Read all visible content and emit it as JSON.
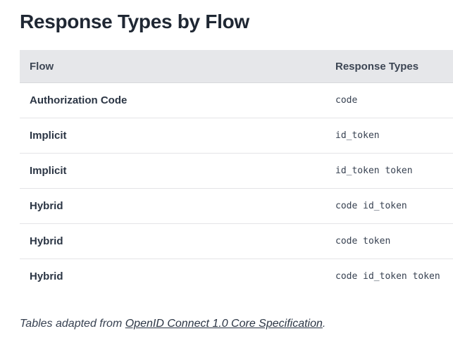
{
  "page": {
    "title": "Response Types by Flow"
  },
  "table": {
    "columns": [
      {
        "label": "Flow"
      },
      {
        "label": "Response Types"
      }
    ],
    "rows": [
      {
        "flow": "Authorization Code",
        "response_types": "code"
      },
      {
        "flow": "Implicit",
        "response_types": "id_token"
      },
      {
        "flow": "Implicit",
        "response_types": "id_token token"
      },
      {
        "flow": "Hybrid",
        "response_types": "code id_token"
      },
      {
        "flow": "Hybrid",
        "response_types": "code token"
      },
      {
        "flow": "Hybrid",
        "response_types": "code id_token token"
      }
    ]
  },
  "footer": {
    "prefix": "Tables adapted from ",
    "link_text": "OpenID Connect 1.0 Core Specification",
    "suffix": "."
  },
  "colors": {
    "title_text": "#1f2733",
    "header_bg": "#e6e7ea",
    "header_text": "#3d4654",
    "body_text": "#2b3544",
    "mono_text": "#374151",
    "row_border": "#e4e4e7"
  }
}
